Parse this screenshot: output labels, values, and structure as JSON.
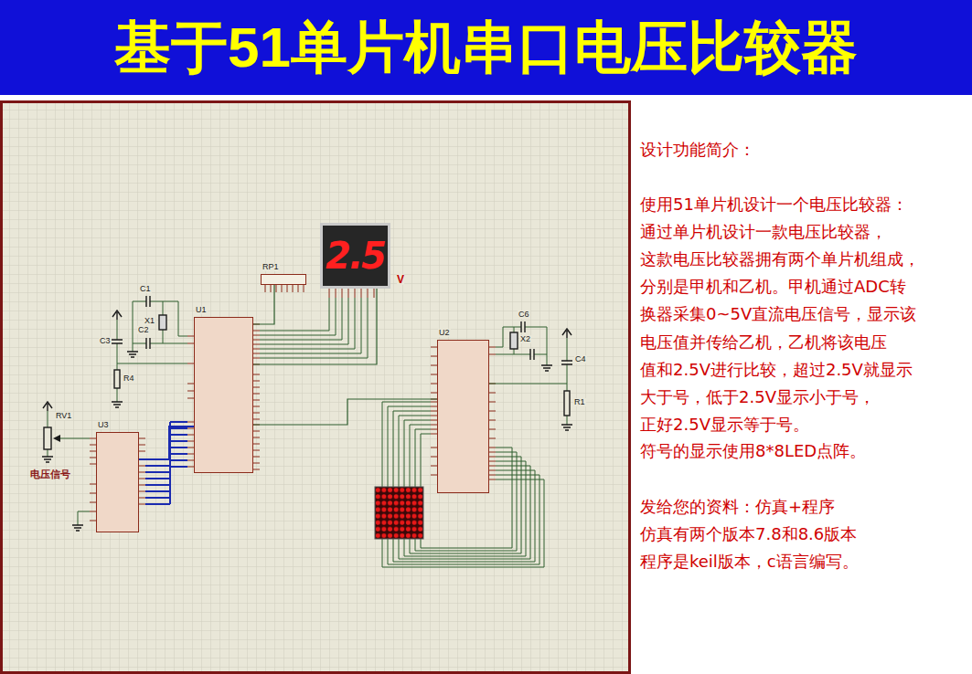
{
  "diagram": {
    "title": "基于51单片机串口电压比较器",
    "nodes": [
      {
        "text": [
          "RP1"
        ]
      },
      {
        "text": [
          "2.5"
        ]
      },
      {
        "text": [
          "U1"
        ]
      },
      {
        "text": [
          "U2"
        ]
      },
      {
        "text": [
          "U3"
        ]
      }
    ],
    "edges": [
      {
        "from": 4,
        "to": 2,
        "arrow": "none"
      },
      {
        "from": 2,
        "to": 0,
        "arrow": "none"
      },
      {
        "from": 2,
        "to": 1,
        "arrow": "none"
      },
      {
        "from": 2,
        "to": 3,
        "arrow": "none"
      }
    ],
    "labels": [
      "C1",
      "X1",
      "C2",
      "C3",
      "R4",
      "RV1",
      "电压信号",
      "V",
      "C6",
      "X2",
      "C4",
      "R1",
      "设计功能简介：",
      "使用51单片机设计一个电压比较器：",
      "通过单片机设计一款电压比较器，",
      "这款电压比较器拥有两个单片机组成，",
      "分别是甲机和乙机。甲机通过ADC转",
      "换器采集0~5V直流电压信号，显示该",
      "电压值并传给乙机，乙机将该电压",
      "值和2.5V进行比较，超过2.5V就显示",
      "大于号，低于2.5V显示小于号，",
      "正好2.5V显示等于号。",
      "符号的显示使用8*8LED点阵。",
      "发给您的资料：仿真+程序",
      "仿真有两个版本7.8和8.6版本",
      "程序是keil版本，c语言编写。"
    ]
  }
}
